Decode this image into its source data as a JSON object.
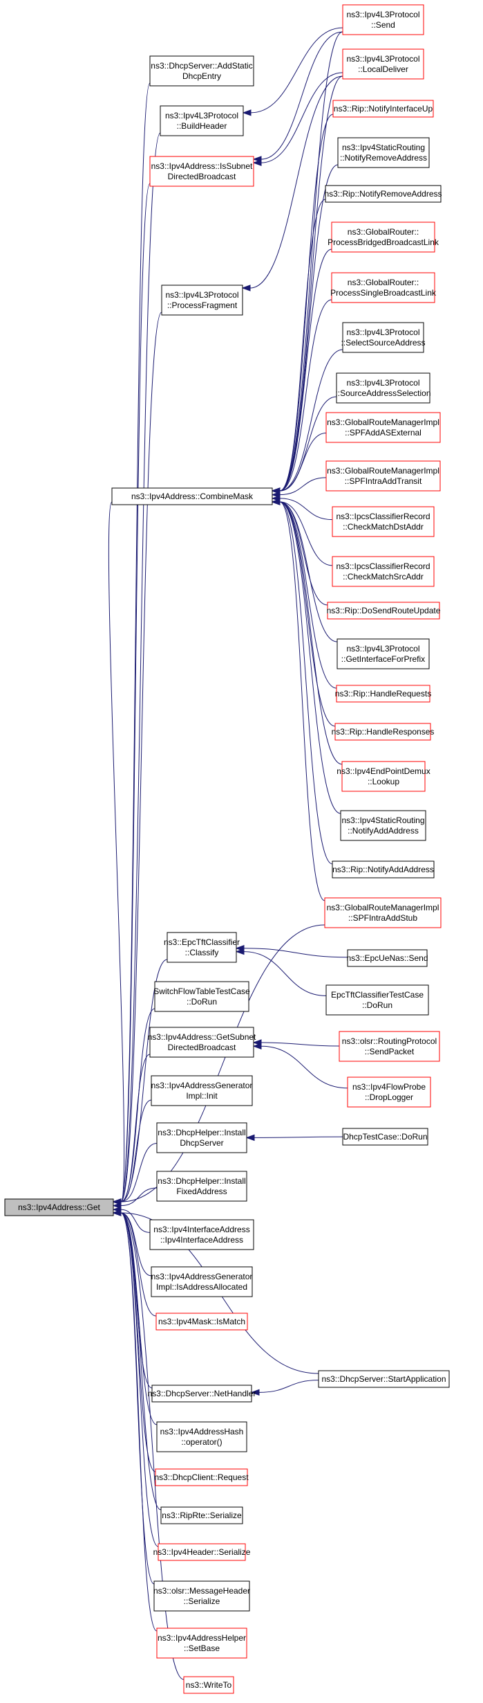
{
  "colors": {
    "edge": "#191970",
    "root_fill": "#bfbfbf",
    "border_documented": "#000000",
    "border_undocumented": "#ff0000"
  },
  "nodes": [
    {
      "id": "root",
      "lines": [
        "ns3::Ipv4Address::Get"
      ],
      "style": "root"
    },
    {
      "id": "combine",
      "lines": [
        "ns3::Ipv4Address::CombineMask"
      ],
      "style": "black"
    },
    {
      "id": "dhcp_addstatic",
      "lines": [
        "ns3::DhcpServer::AddStatic",
        "DhcpEntry"
      ],
      "style": "black"
    },
    {
      "id": "buildheader",
      "lines": [
        "ns3::Ipv4L3Protocol",
        "::BuildHeader"
      ],
      "style": "black"
    },
    {
      "id": "issubnet",
      "lines": [
        "ns3::Ipv4Address::IsSubnet",
        "DirectedBroadcast"
      ],
      "style": "red"
    },
    {
      "id": "procfrag",
      "lines": [
        "ns3::Ipv4L3Protocol",
        "::ProcessFragment"
      ],
      "style": "black"
    },
    {
      "id": "send",
      "lines": [
        "ns3::Ipv4L3Protocol",
        "::Send"
      ],
      "style": "red"
    },
    {
      "id": "localdeliver",
      "lines": [
        "ns3::Ipv4L3Protocol",
        "::LocalDeliver"
      ],
      "style": "red"
    },
    {
      "id": "rip_ifup",
      "lines": [
        "ns3::Rip::NotifyInterfaceUp"
      ],
      "style": "red"
    },
    {
      "id": "static_rmaddr",
      "lines": [
        "ns3::Ipv4StaticRouting",
        "::NotifyRemoveAddress"
      ],
      "style": "black"
    },
    {
      "id": "rip_rmaddr",
      "lines": [
        "ns3::Rip::NotifyRemoveAddress"
      ],
      "style": "black"
    },
    {
      "id": "gr_bridged",
      "lines": [
        "ns3::GlobalRouter::",
        "ProcessBridgedBroadcastLink"
      ],
      "style": "red"
    },
    {
      "id": "gr_single",
      "lines": [
        "ns3::GlobalRouter::",
        "ProcessSingleBroadcastLink"
      ],
      "style": "red"
    },
    {
      "id": "selectsrc",
      "lines": [
        "ns3::Ipv4L3Protocol",
        "::SelectSourceAddress"
      ],
      "style": "black"
    },
    {
      "id": "srcaddrsel",
      "lines": [
        "ns3::Ipv4L3Protocol",
        "::SourceAddressSelection"
      ],
      "style": "black"
    },
    {
      "id": "spf_asext",
      "lines": [
        "ns3::GlobalRouteManagerImpl",
        "::SPFAddASExternal"
      ],
      "style": "red"
    },
    {
      "id": "spf_transit",
      "lines": [
        "ns3::GlobalRouteManagerImpl",
        "::SPFIntraAddTransit"
      ],
      "style": "red"
    },
    {
      "id": "ipcs_dst",
      "lines": [
        "ns3::IpcsClassifierRecord",
        "::CheckMatchDstAddr"
      ],
      "style": "red"
    },
    {
      "id": "ipcs_src",
      "lines": [
        "ns3::IpcsClassifierRecord",
        "::CheckMatchSrcAddr"
      ],
      "style": "red"
    },
    {
      "id": "rip_dosend",
      "lines": [
        "ns3::Rip::DoSendRouteUpdate"
      ],
      "style": "red"
    },
    {
      "id": "getifprefix",
      "lines": [
        "ns3::Ipv4L3Protocol",
        "::GetInterfaceForPrefix"
      ],
      "style": "black"
    },
    {
      "id": "rip_hreq",
      "lines": [
        "ns3::Rip::HandleRequests"
      ],
      "style": "red"
    },
    {
      "id": "rip_hresp",
      "lines": [
        "ns3::Rip::HandleResponses"
      ],
      "style": "red"
    },
    {
      "id": "epdemux",
      "lines": [
        "ns3::Ipv4EndPointDemux",
        "::Lookup"
      ],
      "style": "red"
    },
    {
      "id": "static_addaddr",
      "lines": [
        "ns3::Ipv4StaticRouting",
        "::NotifyAddAddress"
      ],
      "style": "black"
    },
    {
      "id": "rip_addaddr",
      "lines": [
        "ns3::Rip::NotifyAddAddress"
      ],
      "style": "black"
    },
    {
      "id": "spf_stub",
      "lines": [
        "ns3::GlobalRouteManagerImpl",
        "::SPFIntraAddStub"
      ],
      "style": "red"
    },
    {
      "id": "epc_classify",
      "lines": [
        "ns3::EpcTftClassifier",
        "::Classify"
      ],
      "style": "black"
    },
    {
      "id": "epcuenas",
      "lines": [
        "ns3::EpcUeNas::Send"
      ],
      "style": "black"
    },
    {
      "id": "epc_testcase",
      "lines": [
        "EpcTftClassifierTestCase",
        "::DoRun"
      ],
      "style": "black"
    },
    {
      "id": "switchflow",
      "lines": [
        "SwitchFlowTableTestCase",
        "::DoRun"
      ],
      "style": "black"
    },
    {
      "id": "getsubnet",
      "lines": [
        "ns3::Ipv4Address::GetSubnet",
        "DirectedBroadcast"
      ],
      "style": "black"
    },
    {
      "id": "olsr_sendpkt",
      "lines": [
        "ns3::olsr::RoutingProtocol",
        "::SendPacket"
      ],
      "style": "red"
    },
    {
      "id": "flowprobe",
      "lines": [
        "ns3::Ipv4FlowProbe",
        "::DropLogger"
      ],
      "style": "red"
    },
    {
      "id": "addrgen_init",
      "lines": [
        "ns3::Ipv4AddressGenerator",
        "Impl::Init"
      ],
      "style": "black"
    },
    {
      "id": "dhcphelper_srv",
      "lines": [
        "ns3::DhcpHelper::Install",
        "DhcpServer"
      ],
      "style": "black"
    },
    {
      "id": "dhcptest",
      "lines": [
        "DhcpTestCase::DoRun"
      ],
      "style": "black"
    },
    {
      "id": "dhcphelper_fixed",
      "lines": [
        "ns3::DhcpHelper::Install",
        "FixedAddress"
      ],
      "style": "black"
    },
    {
      "id": "ifaddr_ctor",
      "lines": [
        "ns3::Ipv4InterfaceAddress",
        "::Ipv4InterfaceAddress"
      ],
      "style": "black"
    },
    {
      "id": "addrgen_isalloc",
      "lines": [
        "ns3::Ipv4AddressGenerator",
        "Impl::IsAddressAllocated"
      ],
      "style": "black"
    },
    {
      "id": "mask_ismatch",
      "lines": [
        "ns3::Ipv4Mask::IsMatch"
      ],
      "style": "red"
    },
    {
      "id": "dhcp_startapp",
      "lines": [
        "ns3::DhcpServer::StartApplication"
      ],
      "style": "black"
    },
    {
      "id": "dhcp_nethandler",
      "lines": [
        "ns3::DhcpServer::NetHandler"
      ],
      "style": "black"
    },
    {
      "id": "addrhash",
      "lines": [
        "ns3::Ipv4AddressHash",
        "::operator()"
      ],
      "style": "black"
    },
    {
      "id": "dhcpclient_req",
      "lines": [
        "ns3::DhcpClient::Request"
      ],
      "style": "red"
    },
    {
      "id": "riprte_ser",
      "lines": [
        "ns3::RipRte::Serialize"
      ],
      "style": "black"
    },
    {
      "id": "ipv4hdr_ser",
      "lines": [
        "ns3::Ipv4Header::Serialize"
      ],
      "style": "red"
    },
    {
      "id": "olsr_msghdr",
      "lines": [
        "ns3::olsr::MessageHeader",
        "::Serialize"
      ],
      "style": "black"
    },
    {
      "id": "addrhelper_setbase",
      "lines": [
        "ns3::Ipv4AddressHelper",
        "::SetBase"
      ],
      "style": "red"
    },
    {
      "id": "writeto",
      "lines": [
        "ns3::WriteTo"
      ],
      "style": "red"
    }
  ],
  "edges": [
    [
      "dhcp_addstatic",
      "root"
    ],
    [
      "buildheader",
      "root"
    ],
    [
      "issubnet",
      "root"
    ],
    [
      "procfrag",
      "root"
    ],
    [
      "combine",
      "root"
    ],
    [
      "spf_stub",
      "root"
    ],
    [
      "epc_classify",
      "root"
    ],
    [
      "switchflow",
      "root"
    ],
    [
      "getsubnet",
      "root"
    ],
    [
      "addrgen_init",
      "root"
    ],
    [
      "dhcphelper_srv",
      "root"
    ],
    [
      "dhcphelper_fixed",
      "root"
    ],
    [
      "ifaddr_ctor",
      "root"
    ],
    [
      "addrgen_isalloc",
      "root"
    ],
    [
      "mask_ismatch",
      "root"
    ],
    [
      "dhcp_startapp",
      "root"
    ],
    [
      "dhcp_nethandler",
      "root"
    ],
    [
      "addrhash",
      "root"
    ],
    [
      "dhcpclient_req",
      "root"
    ],
    [
      "riprte_ser",
      "root"
    ],
    [
      "ipv4hdr_ser",
      "root"
    ],
    [
      "olsr_msghdr",
      "root"
    ],
    [
      "addrhelper_setbase",
      "root"
    ],
    [
      "writeto",
      "root"
    ],
    [
      "send",
      "buildheader"
    ],
    [
      "send",
      "issubnet"
    ],
    [
      "localdeliver",
      "issubnet"
    ],
    [
      "localdeliver",
      "procfrag"
    ],
    [
      "send",
      "combine"
    ],
    [
      "localdeliver",
      "combine"
    ],
    [
      "rip_ifup",
      "combine"
    ],
    [
      "static_rmaddr",
      "combine"
    ],
    [
      "rip_rmaddr",
      "combine"
    ],
    [
      "gr_bridged",
      "combine"
    ],
    [
      "gr_single",
      "combine"
    ],
    [
      "selectsrc",
      "combine"
    ],
    [
      "srcaddrsel",
      "combine"
    ],
    [
      "spf_asext",
      "combine"
    ],
    [
      "spf_transit",
      "combine"
    ],
    [
      "ipcs_dst",
      "combine"
    ],
    [
      "ipcs_src",
      "combine"
    ],
    [
      "rip_dosend",
      "combine"
    ],
    [
      "getifprefix",
      "combine"
    ],
    [
      "rip_hreq",
      "combine"
    ],
    [
      "rip_hresp",
      "combine"
    ],
    [
      "epdemux",
      "combine"
    ],
    [
      "static_addaddr",
      "combine"
    ],
    [
      "rip_addaddr",
      "combine"
    ],
    [
      "spf_stub",
      "combine"
    ],
    [
      "epcuenas",
      "epc_classify"
    ],
    [
      "epc_testcase",
      "epc_classify"
    ],
    [
      "olsr_sendpkt",
      "getsubnet"
    ],
    [
      "flowprobe",
      "getsubnet"
    ],
    [
      "dhcptest",
      "dhcphelper_srv"
    ],
    [
      "dhcp_startapp",
      "dhcp_nethandler"
    ]
  ]
}
